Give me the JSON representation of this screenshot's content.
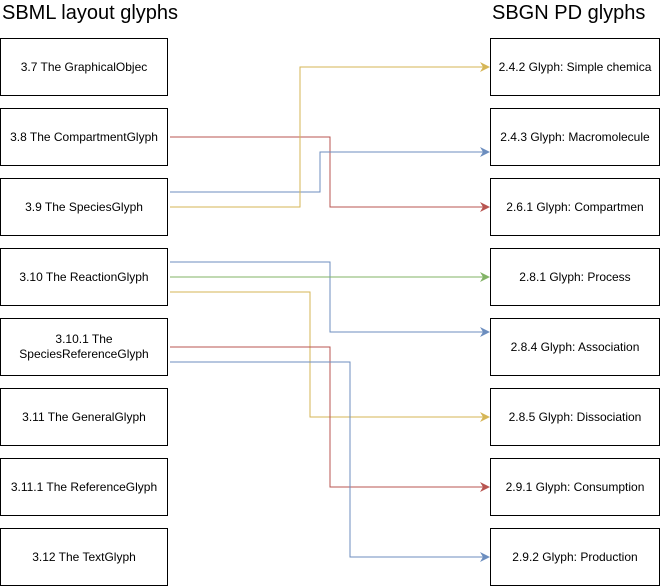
{
  "headings": {
    "left": "SBML layout glyphs",
    "right": "SBGN PD glyphs"
  },
  "left_glyphs": [
    "3.7 The GraphicalObjec",
    "3.8 The CompartmentGlyph",
    "3.9 The SpeciesGlyph",
    "3.10 The ReactionGlyph",
    "3.10.1 The\nSpeciesReferenceGlyph",
    "3.11 The GeneralGlyph",
    "3.11.1 The ReferenceGlyph",
    "3.12 The TextGlyph"
  ],
  "right_glyphs": [
    "2.4.2 Glyph: Simple chemica",
    "2.4.3 Glyph: Macromolecule",
    "2.6.1 Glyph: Compartmen",
    "2.8.1 Glyph: Process",
    "2.8.4 Glyph: Association",
    "2.8.5 Glyph: Dissociation",
    "2.9.1 Glyph: Consumption",
    "2.9.2 Glyph: Production"
  ],
  "colors": {
    "red": "#b85450",
    "blue": "#6c8ebf",
    "yellow": "#d6b656",
    "green": "#82b366"
  },
  "mappings": [
    {
      "from": 1,
      "to": 2,
      "color": "red"
    },
    {
      "from": 2,
      "to": 1,
      "color": "blue"
    },
    {
      "from": 2,
      "to": 0,
      "color": "yellow"
    },
    {
      "from": 3,
      "to": 4,
      "color": "blue"
    },
    {
      "from": 3,
      "to": 3,
      "color": "green"
    },
    {
      "from": 3,
      "to": 5,
      "color": "yellow"
    },
    {
      "from": 4,
      "to": 6,
      "color": "red"
    },
    {
      "from": 4,
      "to": 7,
      "color": "blue"
    }
  ]
}
